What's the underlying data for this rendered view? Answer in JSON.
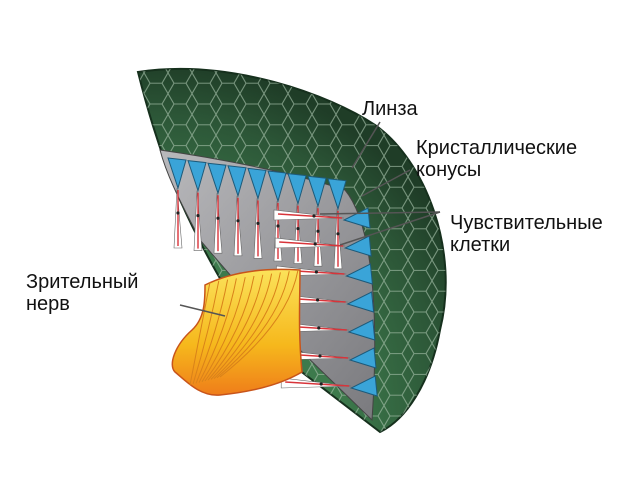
{
  "diagram": {
    "labels": {
      "lens": "Линза",
      "cones": [
        "Кристаллические",
        "конусы"
      ],
      "cells": [
        "Чувствительные",
        "клетки"
      ],
      "nerve": [
        "Зрительный",
        "нерв"
      ]
    }
  },
  "colors": {
    "lens_green": "#2f5a3c",
    "cone_blue": "#3aa4d8",
    "nerve_yellow": "#f6c21c",
    "nerve_orange": "#f08a1a",
    "rod_red": "#d8343a",
    "wedge_gray": "#8e8e92"
  }
}
